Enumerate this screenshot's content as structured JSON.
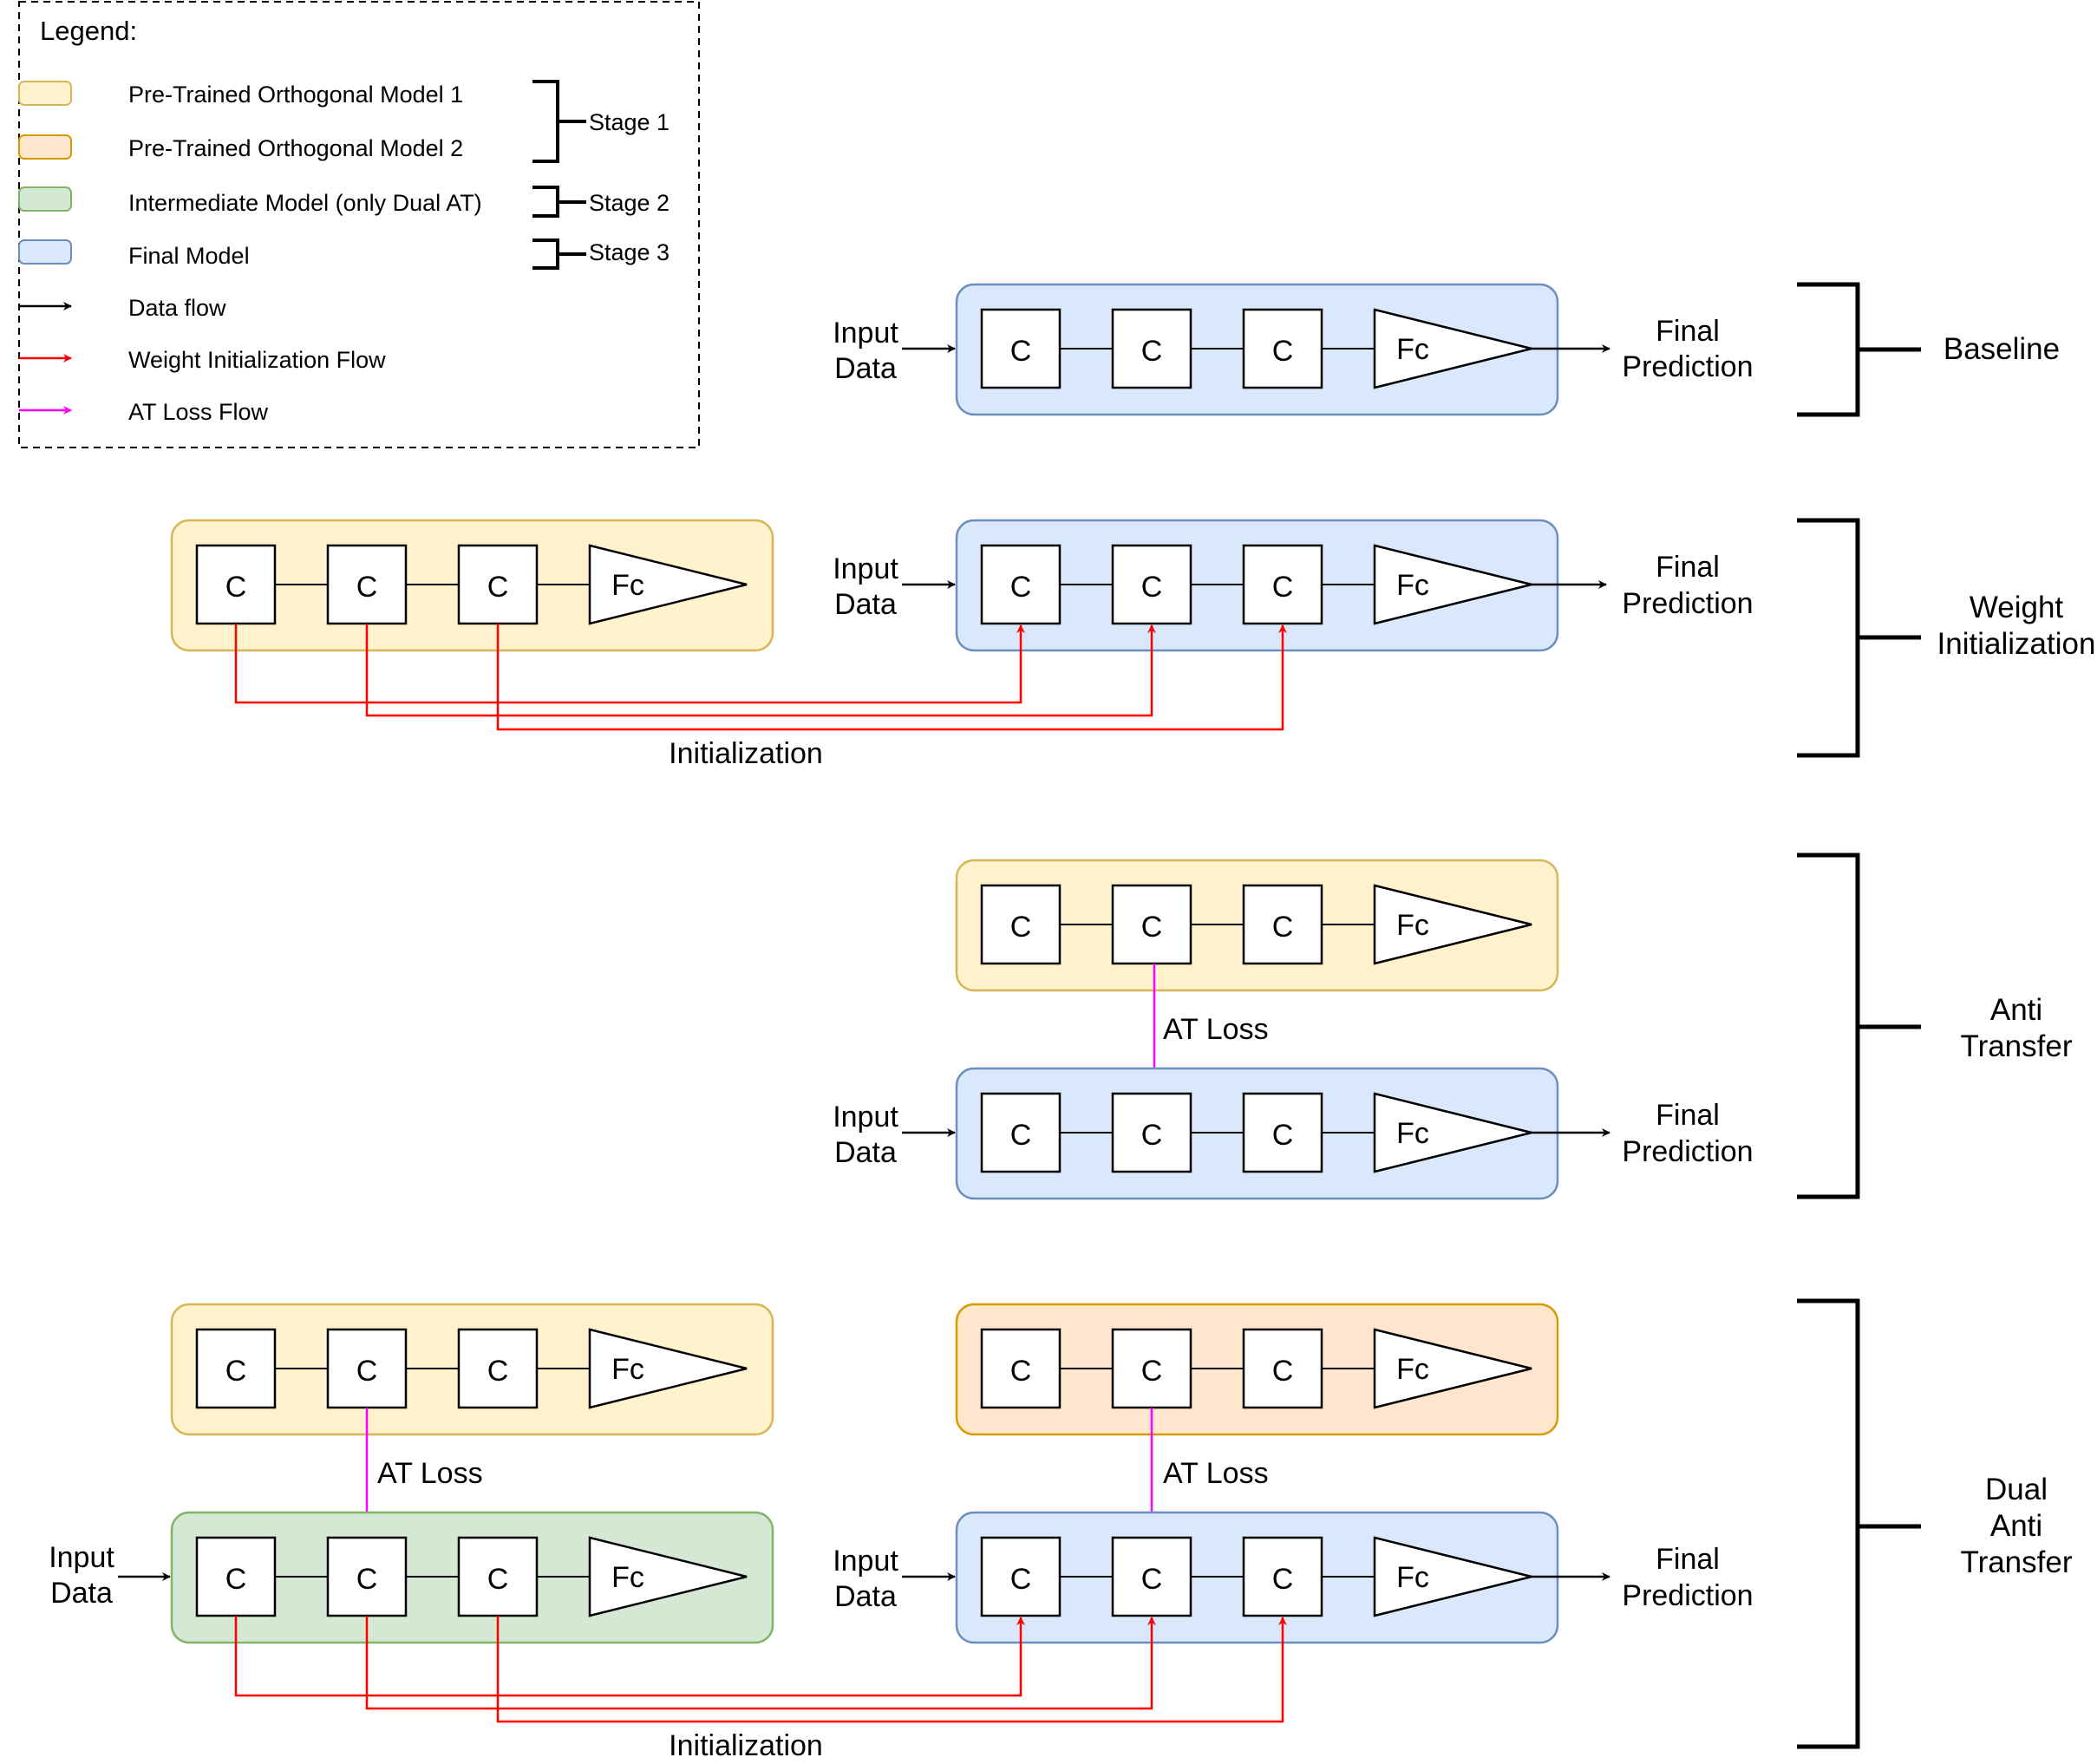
{
  "legend": {
    "title": "Legend:",
    "items": [
      {
        "label": "Pre-Trained Orthogonal Model 1",
        "color": "#fff2cc",
        "border": "#d6b656"
      },
      {
        "label": "Pre-Trained Orthogonal Model 2",
        "color": "#ffe6cc",
        "border": "#d79b00"
      },
      {
        "label": "Intermediate Model (only Dual AT)",
        "color": "#d5e8d4",
        "border": "#82b366"
      },
      {
        "label": "Final Model",
        "color": "#dae8fc",
        "border": "#6c8ebf"
      },
      {
        "label": "Data flow",
        "color": "#000000"
      },
      {
        "label": "Weight Initialization Flow",
        "color": "#ff0000"
      },
      {
        "label": "AT Loss Flow",
        "color": "#ff00ff"
      }
    ],
    "stages": [
      "Stage 1",
      "Stage 2",
      "Stage 3"
    ]
  },
  "block_labels": {
    "conv": "C",
    "fc": "Fc"
  },
  "flow_labels": {
    "input": [
      "Input",
      "Data"
    ],
    "output": [
      "Final",
      "Prediction"
    ],
    "initialization": "Initialization",
    "at_loss": "AT Loss"
  },
  "rows": [
    {
      "name": "baseline",
      "label": [
        "Baseline"
      ]
    },
    {
      "name": "weight-initialization",
      "label": [
        "Weight",
        "Initialization"
      ]
    },
    {
      "name": "anti-transfer",
      "label": [
        "Anti",
        "Transfer"
      ]
    },
    {
      "name": "dual-anti-transfer",
      "label": [
        "Dual",
        "Anti",
        "Transfer"
      ]
    }
  ]
}
